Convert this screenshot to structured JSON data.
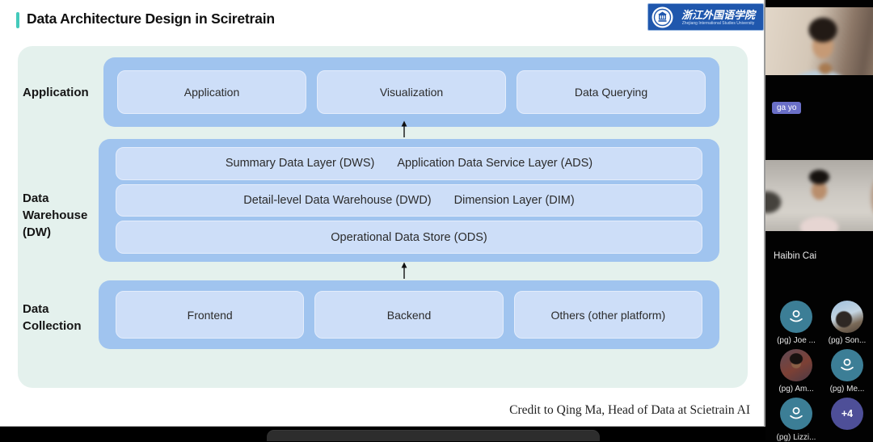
{
  "slide": {
    "title": "Data Architecture Design in Sciretrain",
    "logo": {
      "text_cn": "浙江外国语学院",
      "text_en": "Zhejiang International Studies University"
    },
    "credit": "Credit to Qing Ma, Head of Data at Scietrain AI",
    "diagram": {
      "sections": [
        {
          "label": "Application",
          "boxes": [
            "Application",
            "Visualization",
            "Data Querying"
          ]
        },
        {
          "label": "Data Warehouse (DW)",
          "rows": [
            [
              "Summary Data Layer (DWS)",
              "Application Data Service Layer (ADS)"
            ],
            [
              "Detail-level Data Warehouse (DWD)",
              "Dimension Layer (DIM)"
            ],
            [
              "Operational Data Store (ODS)"
            ]
          ]
        },
        {
          "label": "Data Collection",
          "boxes": [
            "Frontend",
            "Backend",
            "Others (other platform)"
          ]
        }
      ]
    },
    "colors": {
      "accent": "#44cabb",
      "container": "#e4f1ed",
      "band": "#a0c4ef",
      "box": "#cddef8",
      "logo_bg": "#1f57ad"
    }
  },
  "sidebar": {
    "participants": [
      {
        "name": "ga yo"
      },
      {
        "name": "Haibin Cai"
      }
    ],
    "avatars": [
      {
        "type": "placeholder",
        "label": "(pg) Joe ..."
      },
      {
        "type": "photo",
        "label": "(pg) Son..."
      },
      {
        "type": "photo",
        "label": "(pg) Am..."
      },
      {
        "type": "placeholder",
        "label": "(pg) Me..."
      },
      {
        "type": "placeholder",
        "label": "(pg) Lizzi..."
      },
      {
        "type": "overflow",
        "label": "",
        "text": "+4"
      }
    ]
  }
}
